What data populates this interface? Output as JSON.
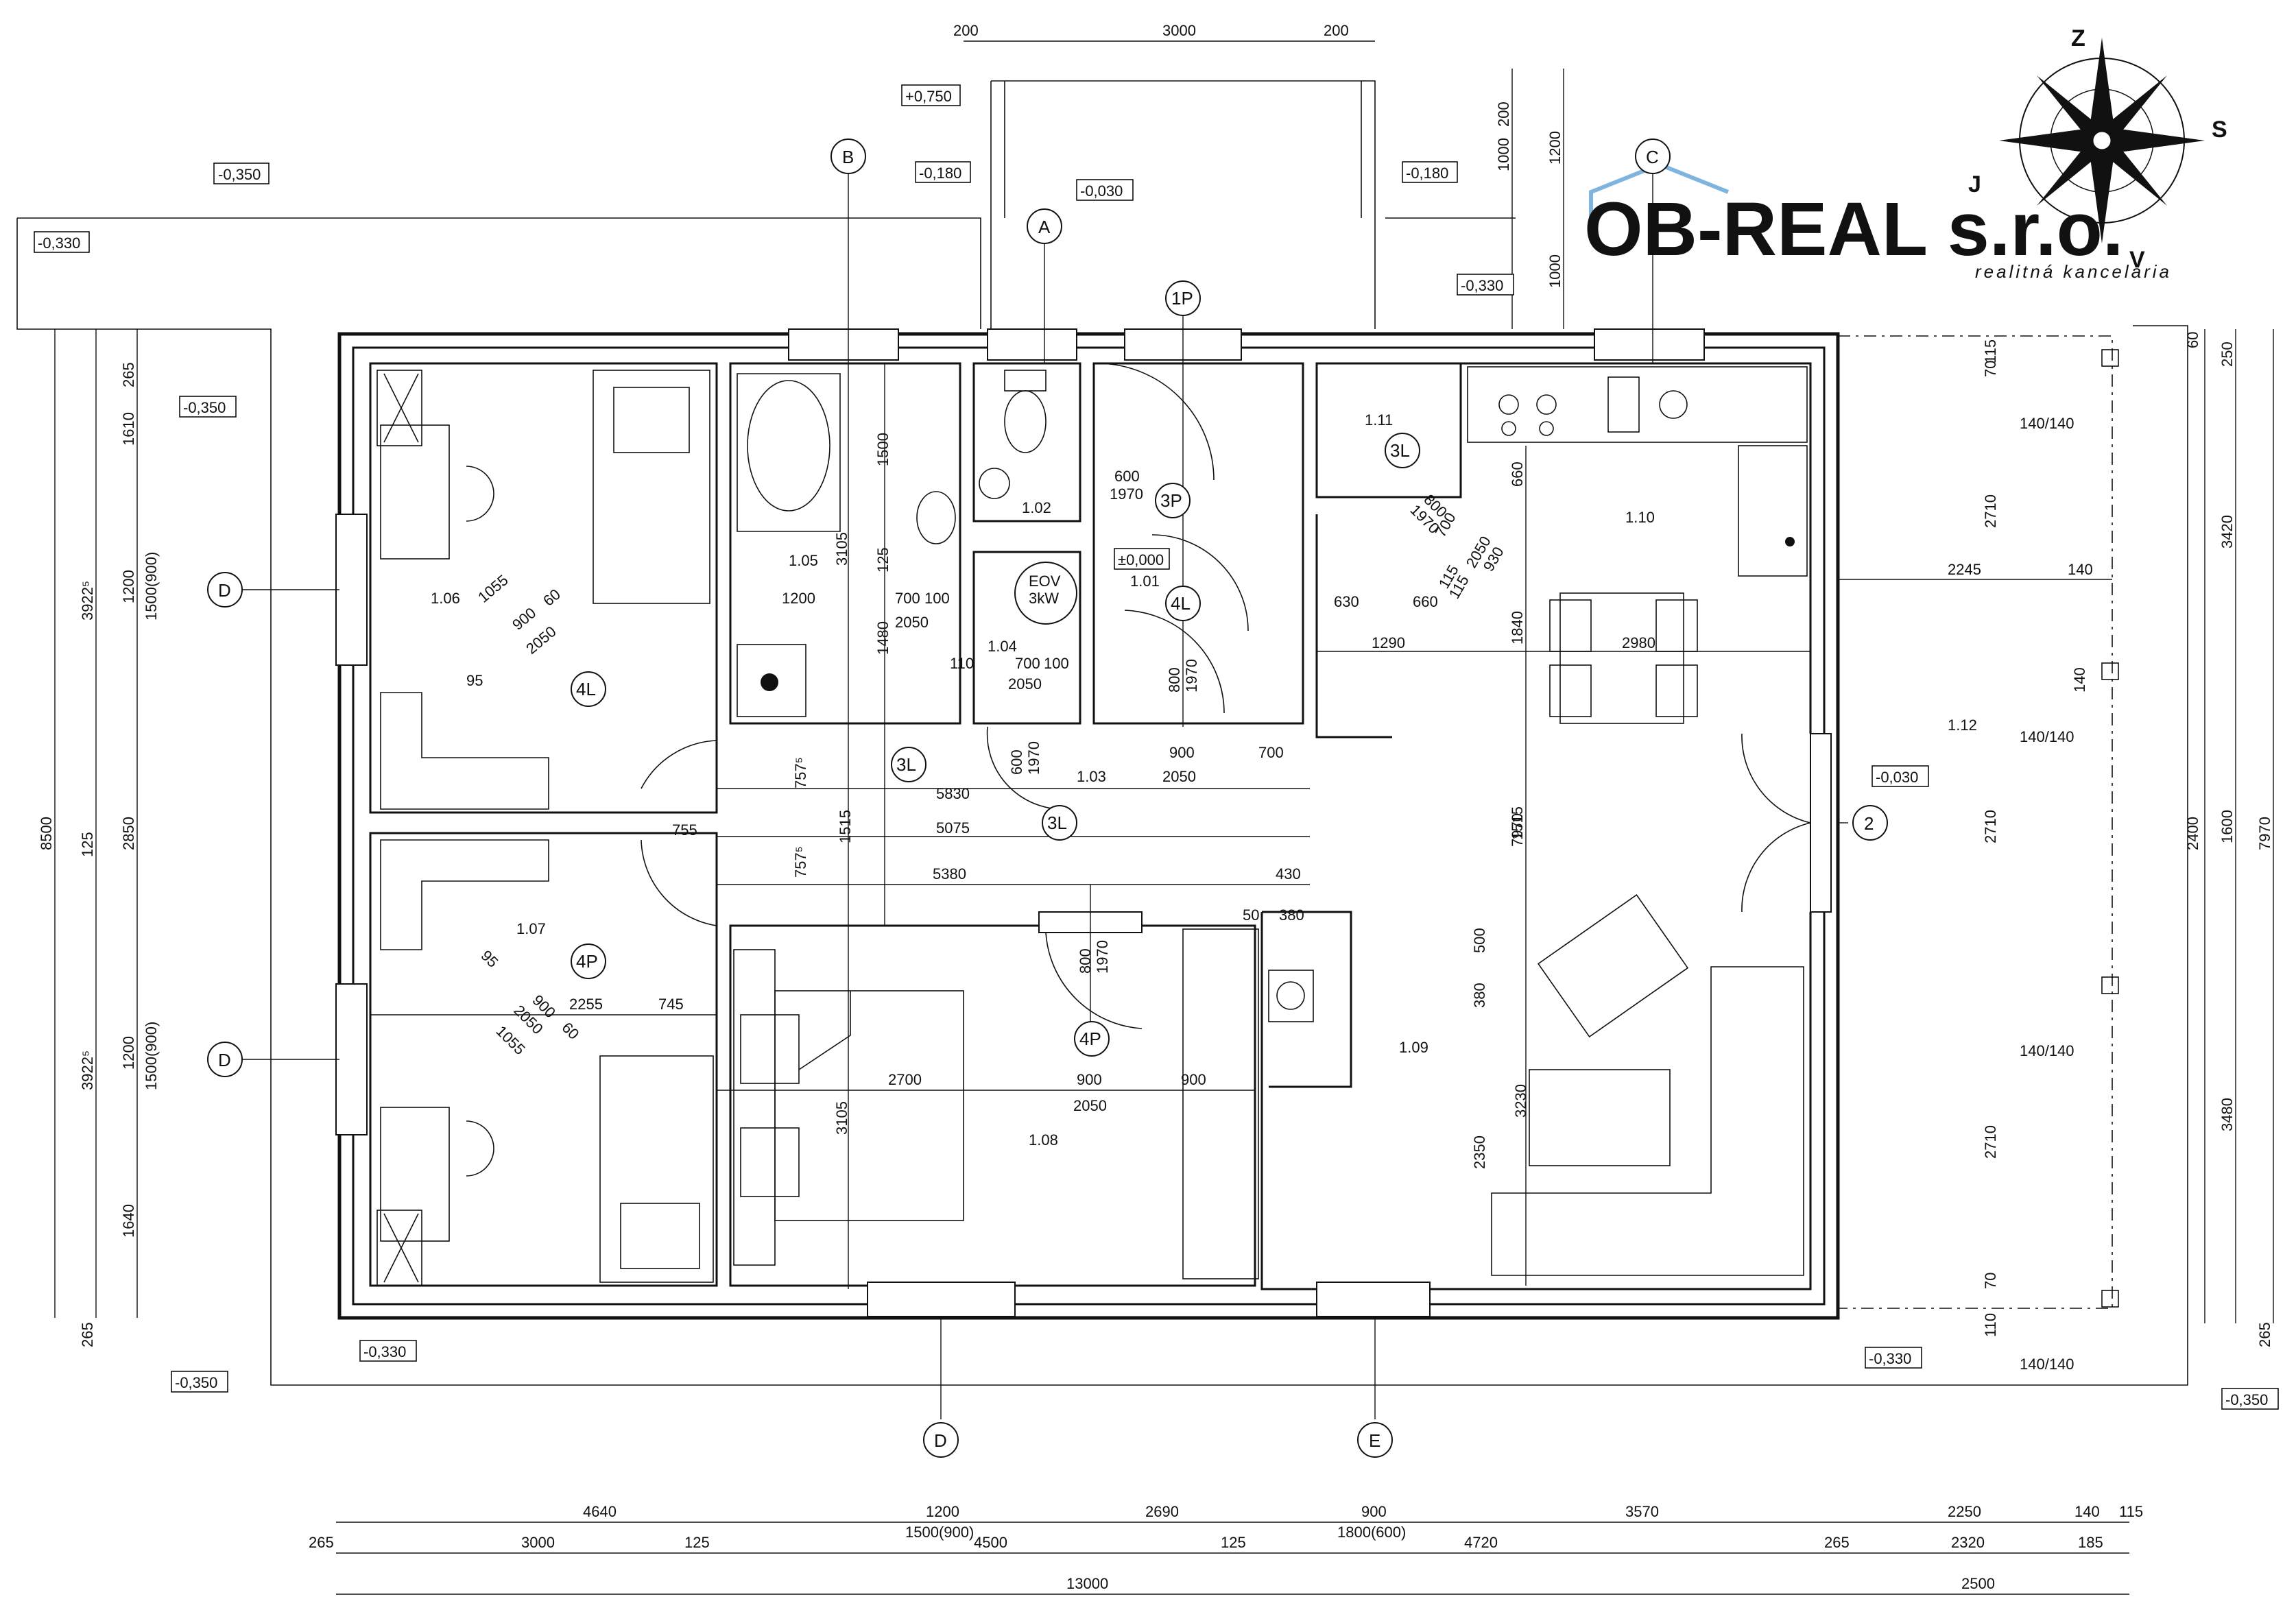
{
  "logo": {
    "name": "OB-REAL s.r.o.",
    "tagline": "realitná kancelária"
  },
  "compass": {
    "letters": [
      "Z",
      "S",
      "J",
      "V"
    ]
  },
  "rooms": [
    "1.01",
    "1.02",
    "1.03",
    "1.04",
    "1.05",
    "1.06",
    "1.07",
    "1.08",
    "1.09",
    "1.10",
    "1.11",
    "1.12"
  ],
  "levels": [
    "+0,750",
    "-0,350",
    "-0,330",
    "-0,180",
    "-0,030",
    "-0,180",
    "-0,330",
    "-0,350",
    "-0,330",
    "-0,350",
    "±0,000",
    "-0,030",
    "-0,330",
    "-0,350"
  ],
  "axes": [
    "A",
    "B",
    "C",
    "1P",
    "D",
    "D",
    "D",
    "E",
    "2",
    "3P",
    "4L",
    "4L",
    "4P",
    "4P",
    "3L",
    "3L",
    "3L"
  ],
  "equipment": {
    "eov": "EOV",
    "eov_power": "3kW"
  },
  "dimensions": {
    "top": [
      "200",
      "3000",
      "200"
    ],
    "top_right_vertical": [
      "1000",
      "200",
      "1200",
      "1000"
    ],
    "left_vertical_a": [
      "265",
      "1610",
      "1200",
      "1500(900)",
      "3922⁵",
      "2850",
      "125",
      "1200",
      "1500(900)",
      "3922⁵",
      "1640",
      "265",
      "8500"
    ],
    "right_vertical": [
      "60",
      "250",
      "115",
      "70",
      "2710",
      "3420",
      "2710",
      "2400",
      "1600",
      "7970",
      "2710",
      "3480",
      "70",
      "110",
      "265"
    ],
    "bottom_row1": [
      "4640",
      "1200",
      "1500(900)",
      "2690",
      "900",
      "1800(600)",
      "3570",
      "2250",
      "140",
      "115"
    ],
    "bottom_row2": [
      "265",
      "3000",
      "125",
      "4500",
      "125",
      "4720",
      "265",
      "2320",
      "185"
    ],
    "bottom_row3": [
      "13000",
      "2500"
    ],
    "interior": [
      "1055",
      "60",
      "900",
      "2050",
      "95",
      "1200",
      "700",
      "100",
      "2050",
      "125",
      "1480",
      "3105",
      "1500",
      "600",
      "1970",
      "800",
      "1970",
      "110",
      "700",
      "100",
      "2050",
      "900",
      "700",
      "2050",
      "600",
      "1970",
      "757⁵",
      "1515",
      "5830",
      "5075",
      "755",
      "757⁵",
      "5380",
      "430",
      "50",
      "380",
      "800",
      "1970",
      "2255",
      "745",
      "95",
      "900",
      "60",
      "2050",
      "1055",
      "2700",
      "900",
      "900",
      "2050",
      "3105",
      "630",
      "660",
      "1290",
      "2980",
      "2245",
      "140",
      "1840",
      "930",
      "2050",
      "700",
      "115",
      "660",
      "800",
      "1970",
      "115",
      "1515",
      "7970",
      "500",
      "380",
      "3230",
      "2350",
      "140/140",
      "140/140",
      "140/140",
      "140/140",
      "140"
    ]
  }
}
